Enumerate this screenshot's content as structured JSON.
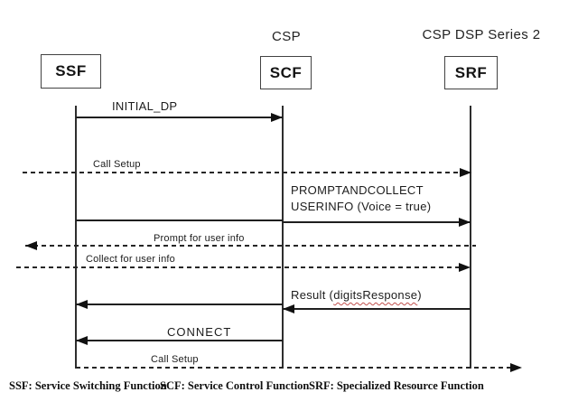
{
  "header": {
    "csp": "CSP",
    "csp_dsp_series": "CSP DSP Series 2"
  },
  "actors": {
    "ssf": "SSF",
    "scf": "SCF",
    "srf": "SRF"
  },
  "messages": {
    "initial_dp": "INITIAL_DP",
    "call_setup_1": "Call Setup",
    "pac_line1": "PROMPTANDCOLLECT",
    "pac_line2": "USERINFO (Voice = true)",
    "prompt_user_info": "Prompt for user info",
    "collect_user_info": "Collect for user info",
    "result_prefix": "Result (",
    "result_underlined": "digitsResponse",
    "result_suffix": ")",
    "connect": "CONNECT",
    "call_setup_2": "Call Setup"
  },
  "footer": {
    "ssf": "SSF: Service Switching Function",
    "scf": "SCF: Service Control Function",
    "srf": "SRF: Specialized Resource Function"
  },
  "colors": {
    "line": "#1f1f1f",
    "spellcheck_underline": "#c0504d",
    "background": "#ffffff"
  }
}
